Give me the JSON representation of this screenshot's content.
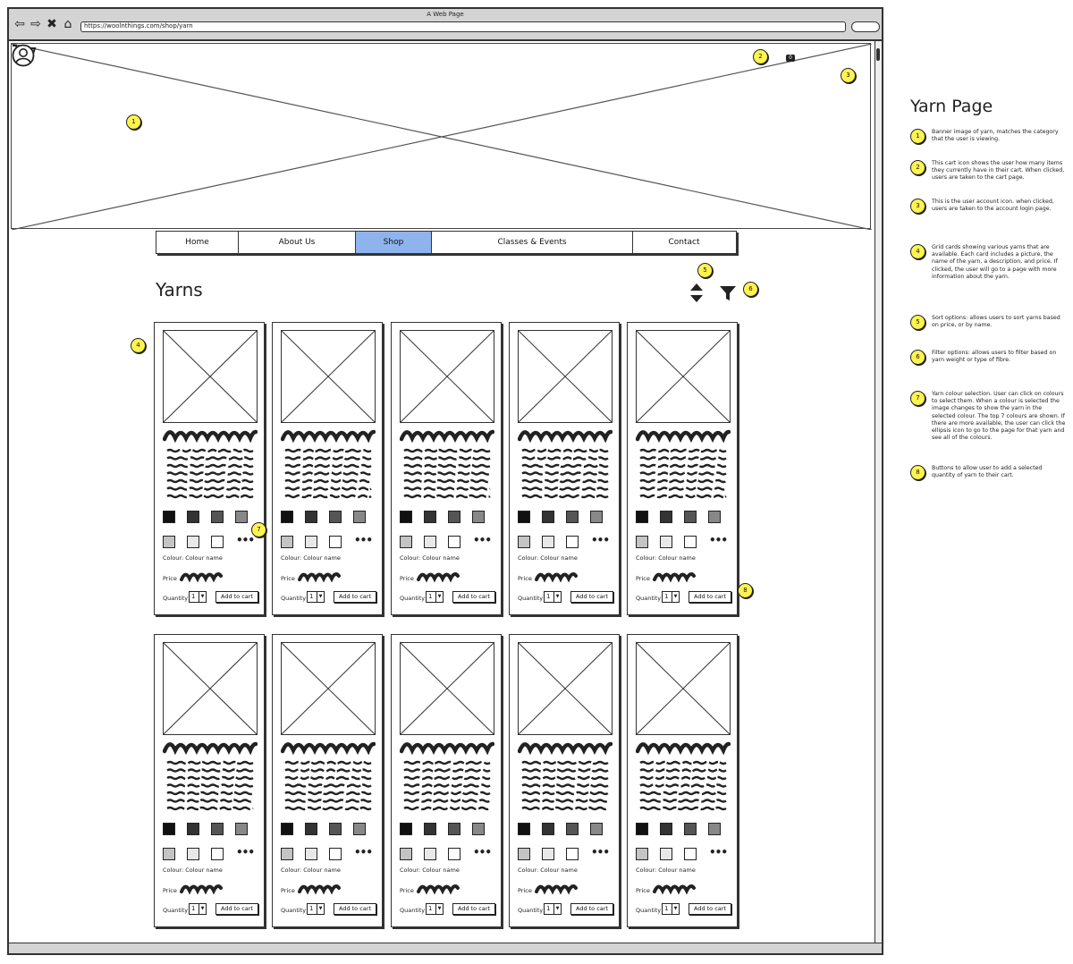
{
  "window": {
    "title": "A Web Page",
    "url": "https://woolnthings.com/shop/yarn",
    "nav_icons": [
      "back-arrow-icon",
      "forward-arrow-icon",
      "close-x-icon",
      "home-icon"
    ]
  },
  "header": {
    "cart_count": "0",
    "cart_icon": "cart-icon",
    "account_icon": "user-account-icon"
  },
  "nav": {
    "items": [
      {
        "label": "Home",
        "active": false
      },
      {
        "label": "About Us",
        "active": false
      },
      {
        "label": "Shop",
        "active": true
      },
      {
        "label": "Classes & Events",
        "active": false
      },
      {
        "label": "Contact",
        "active": false
      }
    ],
    "active_color": "#8fb3ec"
  },
  "page": {
    "heading": "Yarns",
    "sort_icon": "sort-up-down-icon",
    "filter_icon": "filter-funnel-icon"
  },
  "card": {
    "colour_label": "Colour: Colour name",
    "price_label": "Price",
    "quantity_label": "Quantity",
    "quantity_value": "1",
    "add_to_cart_label": "Add to cart",
    "more_colours": "•••",
    "swatch_colors": [
      "#111111",
      "#333333",
      "#555555",
      "#888888",
      "#c4c4c4",
      "#e8e8e8",
      "#ffffff"
    ]
  },
  "cards_count_text": "",
  "callouts": {
    "c1": "1",
    "c2": "2",
    "c3": "3",
    "c4": "4",
    "c5": "5",
    "c6": "6",
    "c7": "7",
    "c8": "8"
  },
  "notes": {
    "title": "Yarn Page",
    "items": [
      {
        "num": "1",
        "text": "Banner image of yarn, matches the category that the user is viewing."
      },
      {
        "num": "2",
        "text": "This cart icon shows the user how many items they currently have in their cart. When clicked, users are taken to the cart page."
      },
      {
        "num": "3",
        "text": "This is the user account icon. when clicked, users are taken to the account login page."
      },
      {
        "num": "4",
        "text": "Grid cards showing various yarns that are available. Each card includes a picture, the name of the yarn, a description, and price. If clicked, the user will go to a page with more information about the yarn."
      },
      {
        "num": "5",
        "text": "Sort options: allows users to sort yarns based on price, or by name."
      },
      {
        "num": "6",
        "text": "Filter options: allows users to filter based on yarn weight or type of fibre."
      },
      {
        "num": "7",
        "text": "Yarn colour selection. User can click on colours to select them. When a colour is selected the image changes to show the yarn in the selected colour. The top 7 colours are shown. If there are more available, the user can click the ellipsis icon to go to the page for that yarn and see all of the colours."
      },
      {
        "num": "8",
        "text": "Buttons to allow user to add a selected quantity of yarn to their cart."
      }
    ]
  }
}
